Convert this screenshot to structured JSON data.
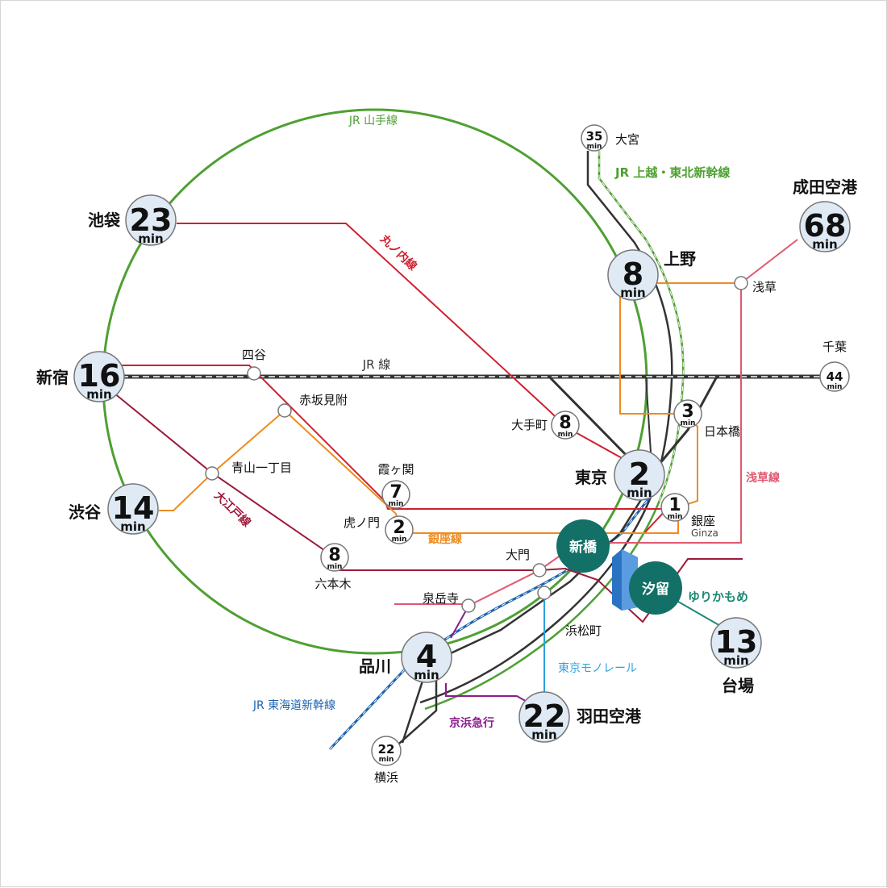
{
  "colors": {
    "yamanote": "#4ea032",
    "marunouchi": "#d0202e",
    "jr_line": "#333333",
    "oedo": "#9b1b3a",
    "ginza": "#ee8c1f",
    "asakusa": "#e05870",
    "shinkansen_tokaido": "#1d63ad",
    "shinkansen_joetsu": "#4ea032",
    "monorail": "#2ba3dc",
    "keikyu": "#8a1c8c",
    "yurikamome": "#1a8a73",
    "accent_station": "#137066",
    "building": "#2a73c3"
  },
  "lines": {
    "yamanote": "JR 山手線",
    "marunouchi": "丸ノ内線",
    "jr": "JR 線",
    "joetsu": "JR 上越・東北新幹線",
    "oedo": "大江戸線",
    "ginza": "銀座線",
    "asakusa": "浅草線",
    "tokaido": "JR 東海道新幹線",
    "monorail": "東京モノレール",
    "keikyu": "京浜急行",
    "yurikamome": "ゆりかもめ"
  },
  "unit": "min",
  "stations": {
    "ikebukuro": {
      "name": "池袋",
      "time": "23"
    },
    "shinjuku": {
      "name": "新宿",
      "time": "16"
    },
    "shibuya": {
      "name": "渋谷",
      "time": "14"
    },
    "shinagawa": {
      "name": "品川",
      "time": "4"
    },
    "ueno": {
      "name": "上野",
      "time": "8"
    },
    "tokyo": {
      "name": "東京",
      "time": "2"
    },
    "narita": {
      "name": "成田空港",
      "time": "68"
    },
    "haneda": {
      "name": "羽田空港",
      "time": "22"
    },
    "daiba": {
      "name": "台場",
      "time": "13"
    },
    "omiya": {
      "name": "大宮",
      "time": "35"
    },
    "chiba": {
      "name": "千葉",
      "time": "44"
    },
    "yokohama": {
      "name": "横浜",
      "time": "22"
    },
    "otemachi": {
      "name": "大手町",
      "time": "8"
    },
    "nihonbashi": {
      "name": "日本橋",
      "time": "3"
    },
    "ginza": {
      "name": "銀座",
      "sub": "Ginza",
      "time": "1"
    },
    "kasumigaseki": {
      "name": "霞ヶ関",
      "time": "7"
    },
    "toranomon": {
      "name": "虎ノ門",
      "time": "2"
    },
    "roppongi": {
      "name": "六本木",
      "time": "8"
    },
    "yotsuya": {
      "name": "四谷"
    },
    "akasakamitsuke": {
      "name": "赤坂見附"
    },
    "aoyama": {
      "name": "青山一丁目"
    },
    "asakusa": {
      "name": "浅草"
    },
    "daimon": {
      "name": "大門"
    },
    "sengakuji": {
      "name": "泉岳寺"
    },
    "hamamatsucho": {
      "name": "浜松町"
    },
    "shimbashi": {
      "name": "新橋"
    },
    "shiodome": {
      "name": "汐留"
    }
  }
}
